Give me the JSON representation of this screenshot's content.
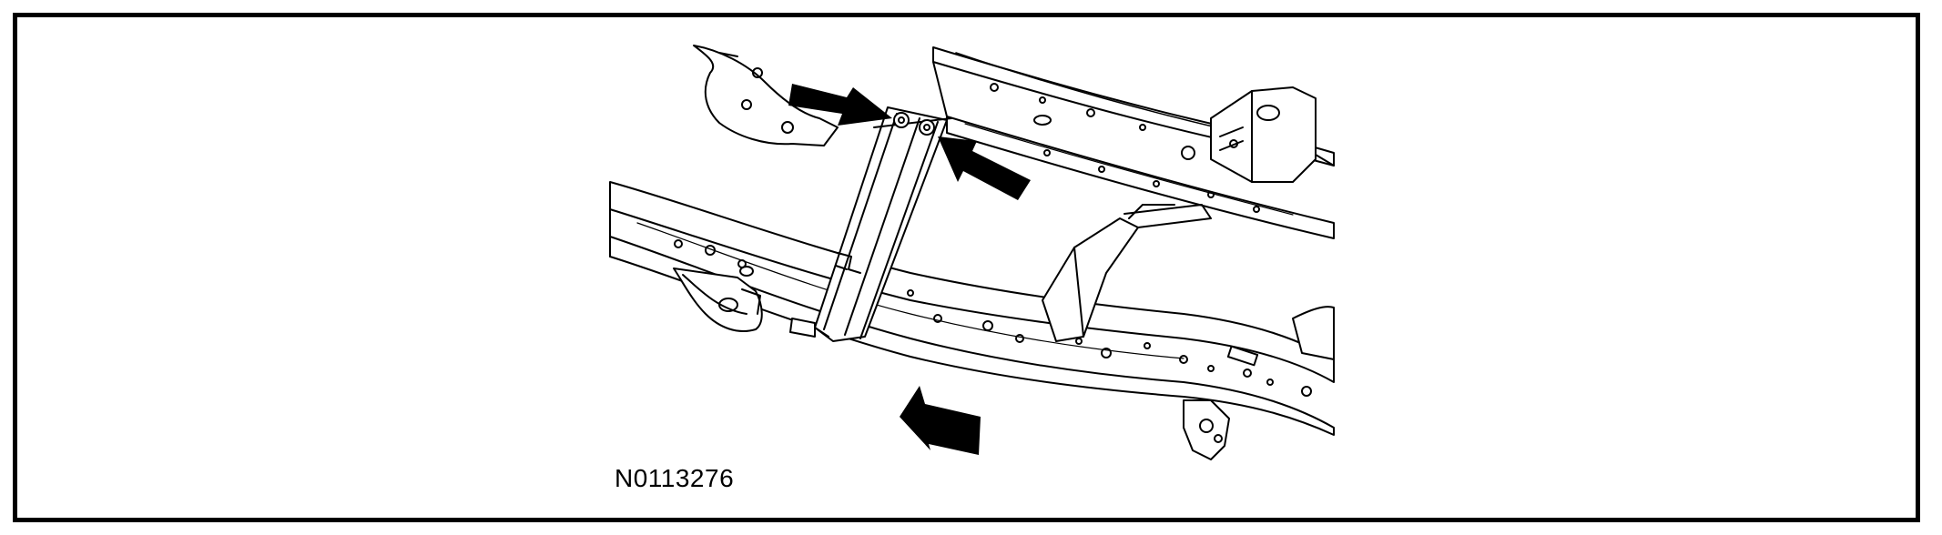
{
  "figure": {
    "id_label": "N0113276",
    "arrows": [
      {
        "name": "callout-arrow-upper-fastener",
        "icon": "arrow-right-icon"
      },
      {
        "name": "callout-arrow-lower-fastener",
        "icon": "arrow-left-icon"
      },
      {
        "name": "vehicle-front-direction-arrow",
        "icon": "arrow-left-icon"
      }
    ],
    "colors": {
      "line": "#000000",
      "background": "#ffffff"
    }
  }
}
